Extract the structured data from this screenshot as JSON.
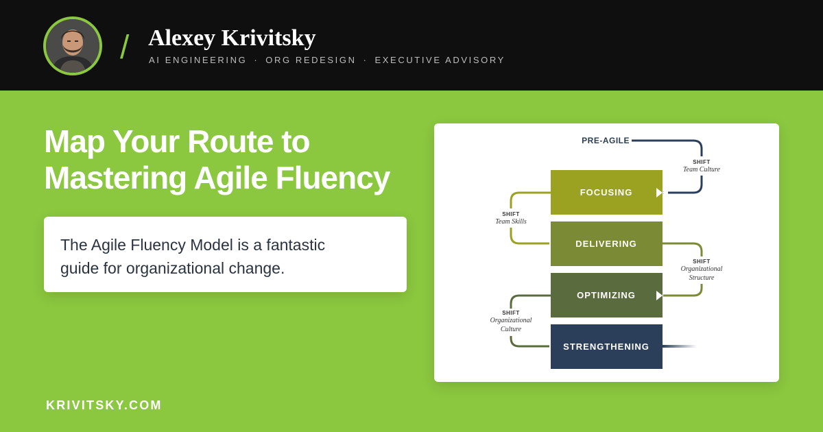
{
  "header": {
    "name": "Alexey Krivitsky",
    "separator": "/",
    "tagline": [
      "AI ENGINEERING",
      "ORG REDESIGN",
      "EXECUTIVE ADVISORY"
    ],
    "tagline_separator": "·"
  },
  "headline": {
    "line1": "Map Your Route to",
    "line2": "Mastering Agile Fluency"
  },
  "quote": {
    "text_line1": "The Agile Fluency Model is a fantastic",
    "text_line2": "guide for organizational change."
  },
  "footer": {
    "url": "KRIVITSKY.COM"
  },
  "diagram": {
    "start_label": "PRE-AGILE",
    "stages": [
      {
        "label": "FOCUSING",
        "color": "#9ba222"
      },
      {
        "label": "DELIVERING",
        "color": "#7a8a35"
      },
      {
        "label": "OPTIMIZING",
        "color": "#5a6b3e"
      },
      {
        "label": "STRENGTHENING",
        "color": "#2b3f5b"
      }
    ],
    "shifts": [
      {
        "title": "SHIFT",
        "line1": "Team Culture",
        "line2": ""
      },
      {
        "title": "SHIFT",
        "line1": "Team Skills",
        "line2": ""
      },
      {
        "title": "SHIFT",
        "line1": "Organizational",
        "line2": "Structure"
      },
      {
        "title": "SHIFT",
        "line1": "Organizational",
        "line2": "Culture"
      }
    ]
  },
  "colors": {
    "brand_green": "#8bc73f",
    "header_bg": "#0f0f0f"
  }
}
